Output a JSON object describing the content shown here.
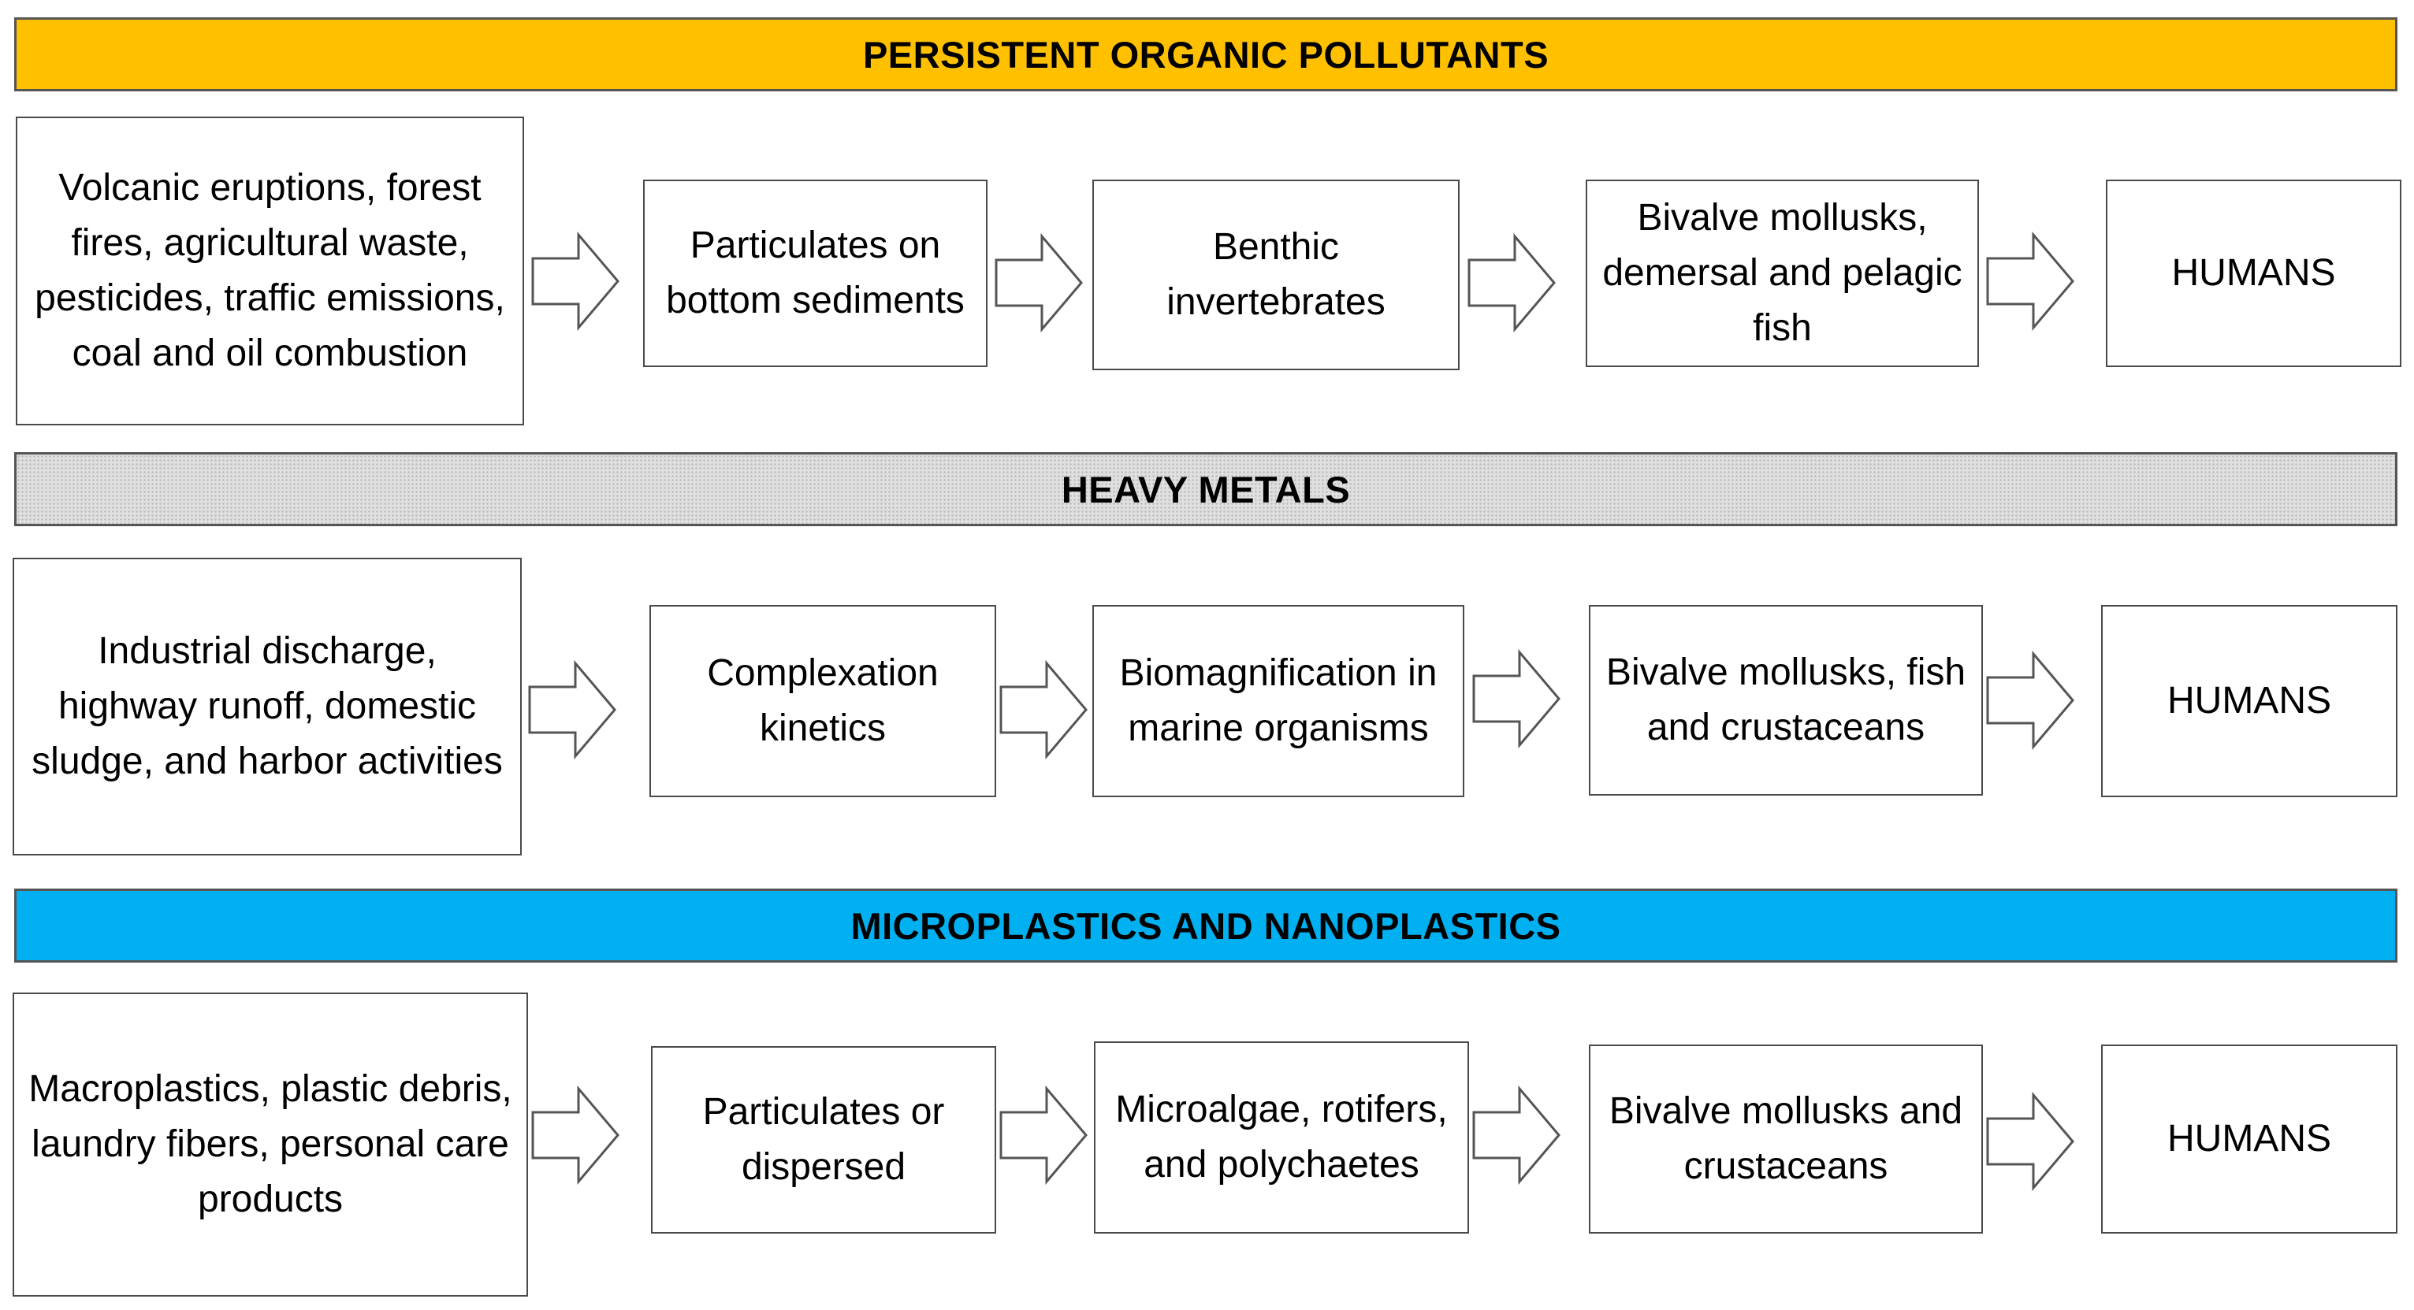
{
  "colors": {
    "pop_band": "#FFC000",
    "hm_band": "#E0E0E0",
    "mp_band": "#00B0F0"
  },
  "rows": [
    {
      "title": "PERSISTENT ORGANIC POLLUTANTS",
      "steps": [
        "Volcanic eruptions, forest fires, agricultural waste, pesticides, traffic emissions, coal and oil combustion",
        "Particulates on bottom sediments",
        "Benthic invertebrates",
        "Bivalve mollusks, demersal and pelagic fish",
        "HUMANS"
      ]
    },
    {
      "title": "HEAVY METALS",
      "steps": [
        "Industrial discharge, highway runoff, domestic sludge, and harbor activities",
        "Complexation kinetics",
        "Biomagnification in marine organisms",
        "Bivalve mollusks, fish and crustaceans",
        "HUMANS"
      ]
    },
    {
      "title": "MICROPLASTICS AND NANOPLASTICS",
      "steps": [
        "Macroplastics, plastic debris, laundry fibers, personal care products",
        "Particulates or dispersed",
        "Microalgae, rotifers, and polychaetes",
        "Bivalve mollusks and crustaceans",
        "HUMANS"
      ]
    }
  ]
}
